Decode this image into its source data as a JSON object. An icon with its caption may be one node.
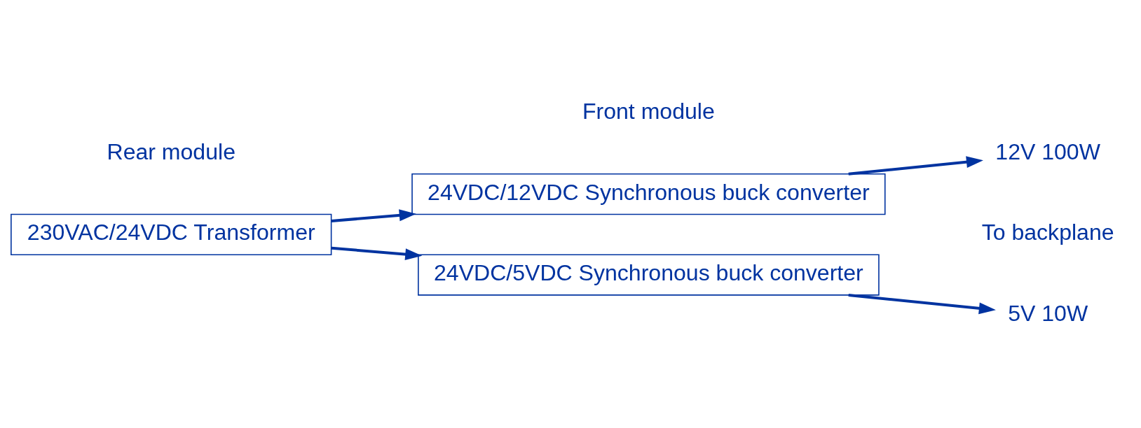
{
  "diagram": {
    "nodes": [
      {
        "text": [
          "230VAC/24VDC Transformer"
        ]
      },
      {
        "text": [
          "24VDC/12VDC Synchronous buck converter"
        ]
      },
      {
        "text": [
          "24VDC/5VDC Synchronous buck converter"
        ]
      },
      {
        "text": [
          "12V 100W"
        ]
      },
      {
        "text": [
          "5V 10W"
        ]
      }
    ],
    "edges": [
      {
        "from": 0,
        "to": 1,
        "arrow": "to"
      },
      {
        "from": 0,
        "to": 2,
        "arrow": "to"
      },
      {
        "from": 1,
        "to": 3,
        "arrow": "to"
      },
      {
        "from": 2,
        "to": 4,
        "arrow": "to"
      }
    ],
    "labels": [
      "Rear module",
      "Front module",
      "To backplane"
    ]
  }
}
